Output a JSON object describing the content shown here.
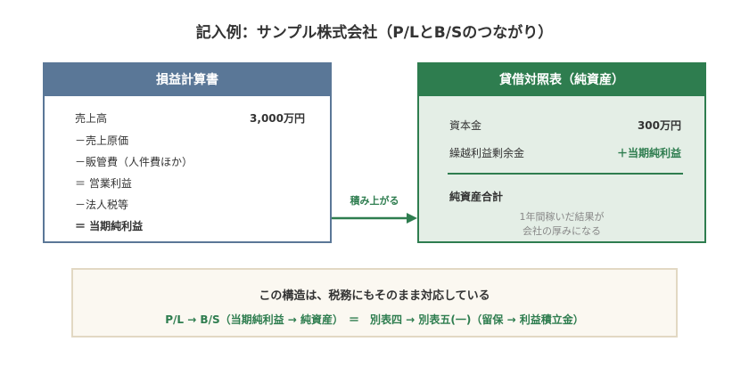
{
  "title": "記入例：サンプル株式会社（P/LとB/Sのつながり）",
  "pl": {
    "header": "損益計算書",
    "rows": [
      {
        "label": "売上高",
        "amount": "3,000万円"
      },
      {
        "label": "－売上原価"
      },
      {
        "label": "－販管費（人件費ほか）"
      },
      {
        "label": "＝ 営業利益"
      },
      {
        "label": "－法人税等"
      },
      {
        "label": "＝ 当期純利益"
      }
    ]
  },
  "bs": {
    "header": "貸借対照表（純資産）",
    "rows": [
      {
        "label": "資本金",
        "amount": "300万円"
      },
      {
        "label": "繰越利益剰余金",
        "amount": "＋当期純利益"
      },
      {
        "label": "純資産合計"
      }
    ],
    "note_line1": "1年間稼いだ結果が",
    "note_line2": "会社の厚みになる"
  },
  "arrow_label": "積み上がる",
  "note": {
    "main": "この構造は、税務にもそのまま対応している",
    "sub": "P/L → B/S（当期純利益 → 純資産）　＝　別表四 → 別表五(一)（留保 → 利益積立金）"
  },
  "colors": {
    "pl_accent": "#5a7797",
    "bs_accent": "#2e7d4f",
    "bs_background": "#e4eee6",
    "note_border": "#e2d8c3",
    "note_background": "#fbf8f1"
  }
}
